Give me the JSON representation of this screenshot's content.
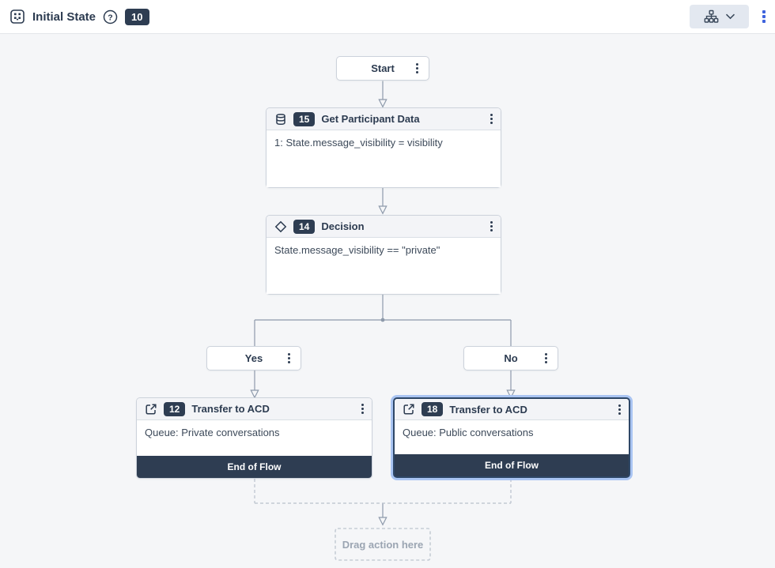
{
  "header": {
    "title": "Initial State",
    "count_badge": "10"
  },
  "flow": {
    "start": {
      "label": "Start"
    },
    "get_participant_data": {
      "id": "15",
      "title": "Get Participant Data",
      "body": "1: State.message_visibility = visibility",
      "icon": "database-icon"
    },
    "decision": {
      "id": "14",
      "title": "Decision",
      "body": "State.message_visibility == \"private\"",
      "icon": "diamond-icon"
    },
    "yes_branch": {
      "label": "Yes"
    },
    "no_branch": {
      "label": "No"
    },
    "transfer_private": {
      "id": "12",
      "title": "Transfer to ACD",
      "body": "Queue: Private conversations",
      "footer": "End of Flow",
      "icon": "external-link-icon"
    },
    "transfer_public": {
      "id": "18",
      "title": "Transfer to ACD",
      "body": "Queue: Public conversations",
      "footer": "End of Flow",
      "icon": "external-link-icon",
      "selected": true
    },
    "drop_target": {
      "label": "Drag action here"
    }
  },
  "colors": {
    "accent_dark": "#2e3d52",
    "selection_ring": "#a9c4f2",
    "selection_border": "#2e4767",
    "canvas_bg": "#f5f6f8",
    "menu_blue": "#3e63dd",
    "wire": "#8e9aab"
  }
}
